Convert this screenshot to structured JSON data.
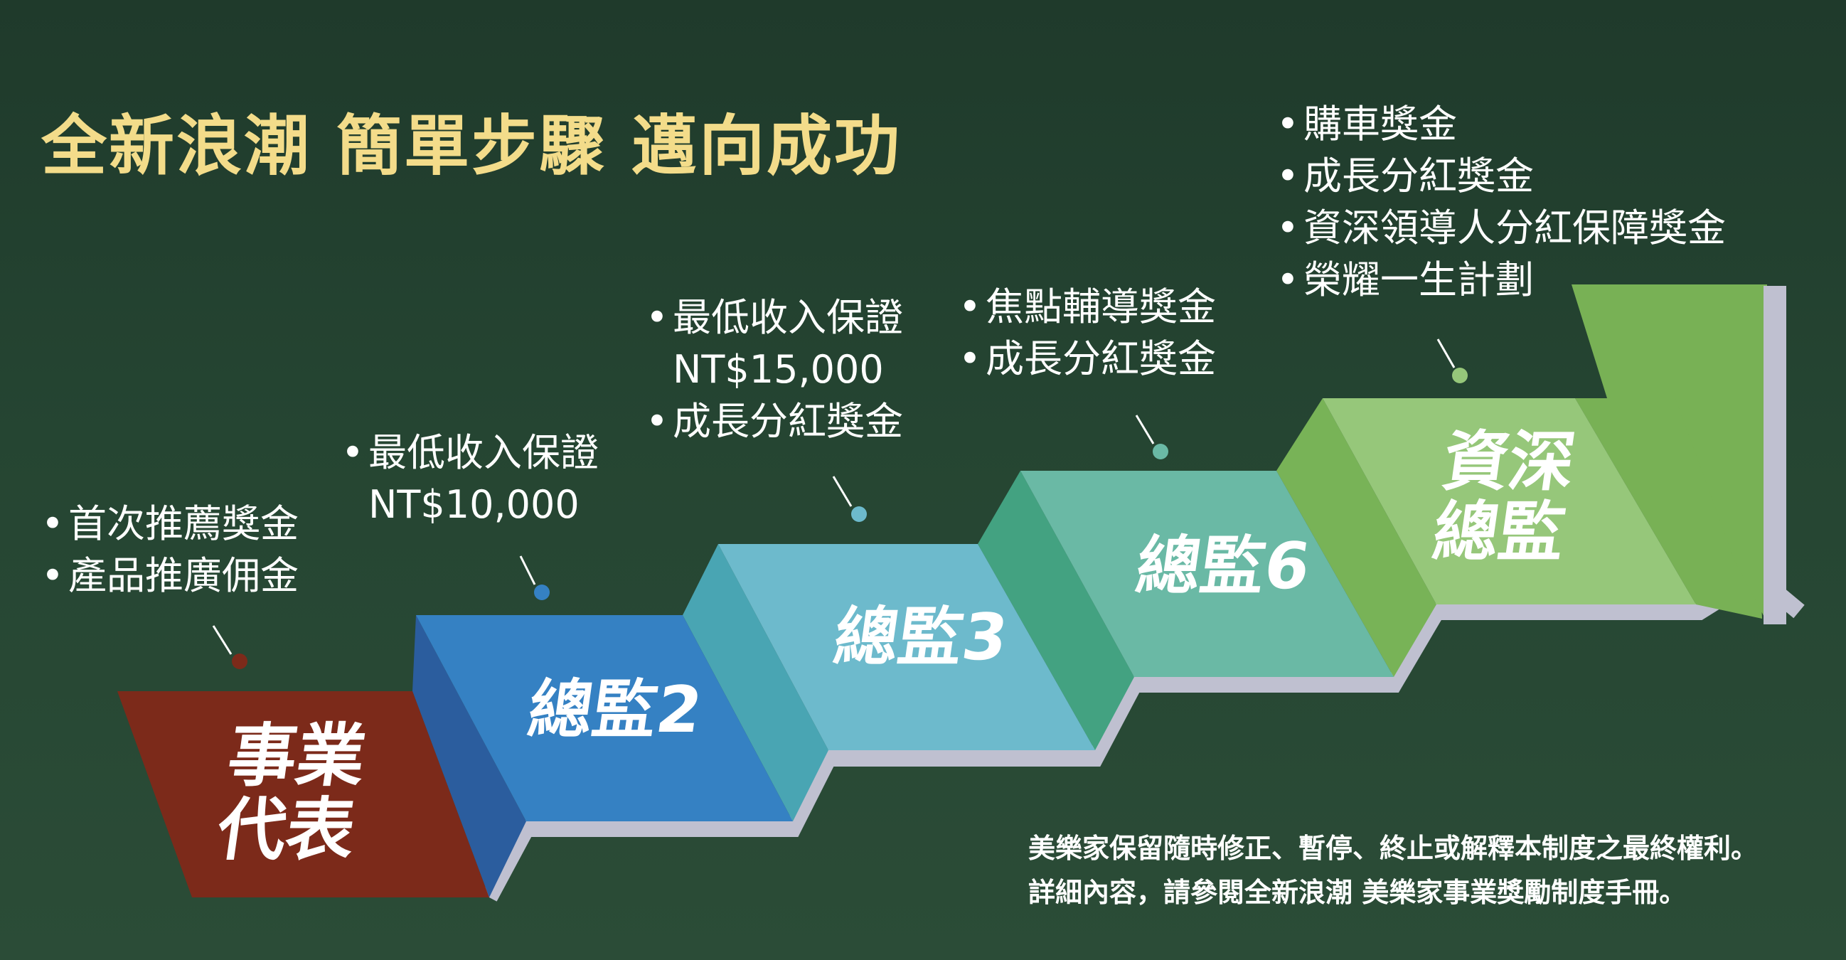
{
  "headline": "全新浪潮 簡單步驟 邁向成功",
  "steps": [
    {
      "label_lines": [
        "事業",
        "代表"
      ],
      "face_color": "#7c2a1a",
      "side_color": "#2b5d9e",
      "dot_color": "#7c2a1a",
      "bullets": [
        {
          "bullet": "•",
          "lines": [
            "首次推薦獎金"
          ]
        },
        {
          "bullet": "•",
          "lines": [
            "產品推廣佣金"
          ]
        }
      ]
    },
    {
      "label_lines": [
        "總監2"
      ],
      "face_color": "#3581c3",
      "side_color": "#49a5b3",
      "dot_color": "#3581c3",
      "bullets": [
        {
          "bullet": "•",
          "lines": [
            "最低收入保證",
            "NT$10,000"
          ]
        }
      ]
    },
    {
      "label_lines": [
        "總監3"
      ],
      "face_color": "#6dbacc",
      "side_color": "#43a281",
      "dot_color": "#6dbacc",
      "bullets": [
        {
          "bullet": "•",
          "lines": [
            "最低收入保證",
            "NT$15,000"
          ]
        },
        {
          "bullet": "•",
          "lines": [
            "成長分紅獎金"
          ]
        }
      ]
    },
    {
      "label_lines": [
        "總監6"
      ],
      "face_color": "#6ab9a5",
      "side_color": "#78b357",
      "dot_color": "#6ab9a5",
      "bullets": [
        {
          "bullet": "•",
          "lines": [
            "焦點輔導獎金"
          ]
        },
        {
          "bullet": "•",
          "lines": [
            "成長分紅獎金"
          ]
        }
      ]
    },
    {
      "label_lines": [
        "資深",
        "總監"
      ],
      "face_color": "#96c77a",
      "side_color": "#7cb658",
      "dot_color": "#96c77a",
      "bullets": [
        {
          "bullet": "•",
          "lines": [
            "購車獎金"
          ]
        },
        {
          "bullet": "•",
          "lines": [
            "成長分紅獎金"
          ]
        },
        {
          "bullet": "•",
          "lines": [
            "資深領導人分紅保障獎金"
          ]
        },
        {
          "bullet": "•",
          "lines": [
            "榮耀一生計劃"
          ]
        }
      ]
    }
  ],
  "arrow_color": "#78b155",
  "shadow_color": "#bfc0d0",
  "footnote_lines": [
    "美樂家保留隨時修正、暫停、終止或解釋本制度之最終權利。",
    "詳細內容，請參閱全新浪潮 美樂家事業獎勵制度手冊。"
  ]
}
